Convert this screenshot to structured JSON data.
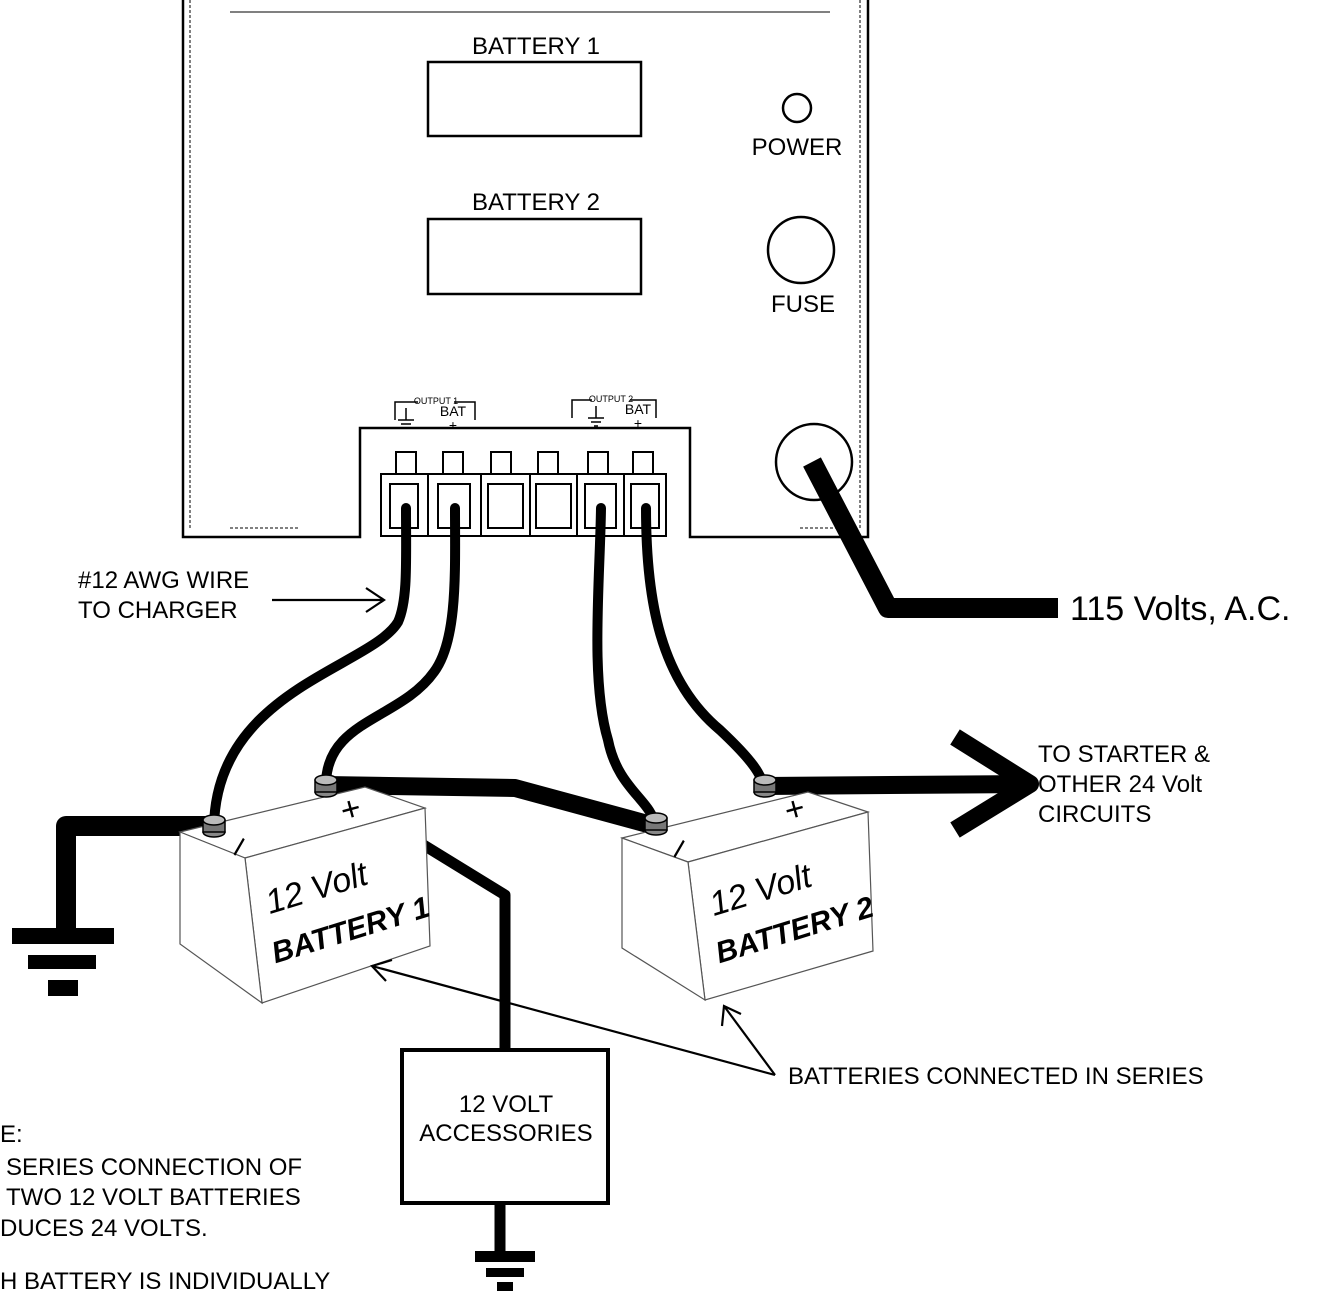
{
  "charger": {
    "battery1_label": "BATTERY 1",
    "battery2_label": "BATTERY 2",
    "power_label": "POWER",
    "fuse_label": "FUSE",
    "output1_label": "OUTPUT 1",
    "output2_label": "OUTPUT 2",
    "bat_label": "BAT",
    "plus_sign": "+"
  },
  "power_input": {
    "label": "115 Volts, A.C."
  },
  "wire_note": {
    "line1": "#12 AWG WIRE",
    "line2": "TO CHARGER"
  },
  "starter_note": {
    "line1": "TO STARTER &",
    "line2": "OTHER 24 Volt",
    "line3": "CIRCUITS"
  },
  "battery1": {
    "line1": "12 Volt",
    "line2": "BATTERY 1",
    "neg": "–",
    "pos": "+"
  },
  "battery2": {
    "line1": "12 Volt",
    "line2": "BATTERY 2",
    "neg": "–",
    "pos": "+"
  },
  "accessories": {
    "line1": "12 VOLT",
    "line2": "ACCESSORIES"
  },
  "series_note": {
    "label": "BATTERIES CONNECTED IN SERIES"
  },
  "note": {
    "line1": "E:",
    "line2": "SERIES CONNECTION OF",
    "line3": "TWO 12 VOLT BATTERIES",
    "line4": "DUCES 24 VOLTS.",
    "line5": "H BATTERY IS INDIVIDUALLY"
  }
}
